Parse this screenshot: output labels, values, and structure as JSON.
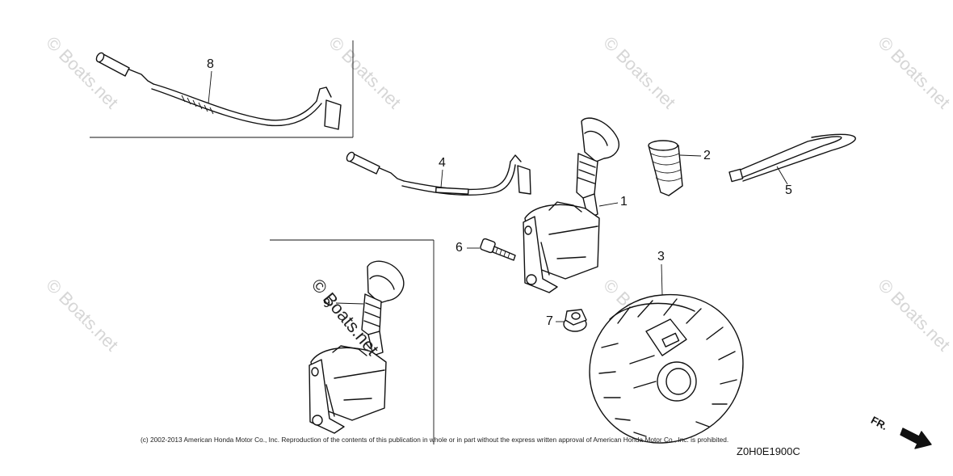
{
  "watermark": {
    "text": "© Boats.net"
  },
  "callouts": {
    "c1": "1",
    "c2": "2",
    "c3": "3",
    "c4": "4",
    "c5": "5",
    "c6": "6",
    "c7": "7",
    "c8": "8",
    "c9": "9"
  },
  "footer": {
    "copyright": "(c) 2002-2013 American Honda Motor Co., Inc. Reproduction of the contents of this publication in whole or in part without the express written approval of American Honda Motor Co., Inc. is prohibited.",
    "diagram_code": "Z0H0E1900C"
  },
  "front_indicator": {
    "label": "FR."
  },
  "colors": {
    "line": "#111111",
    "watermark": "#d6d6d6",
    "background": "#ffffff"
  }
}
